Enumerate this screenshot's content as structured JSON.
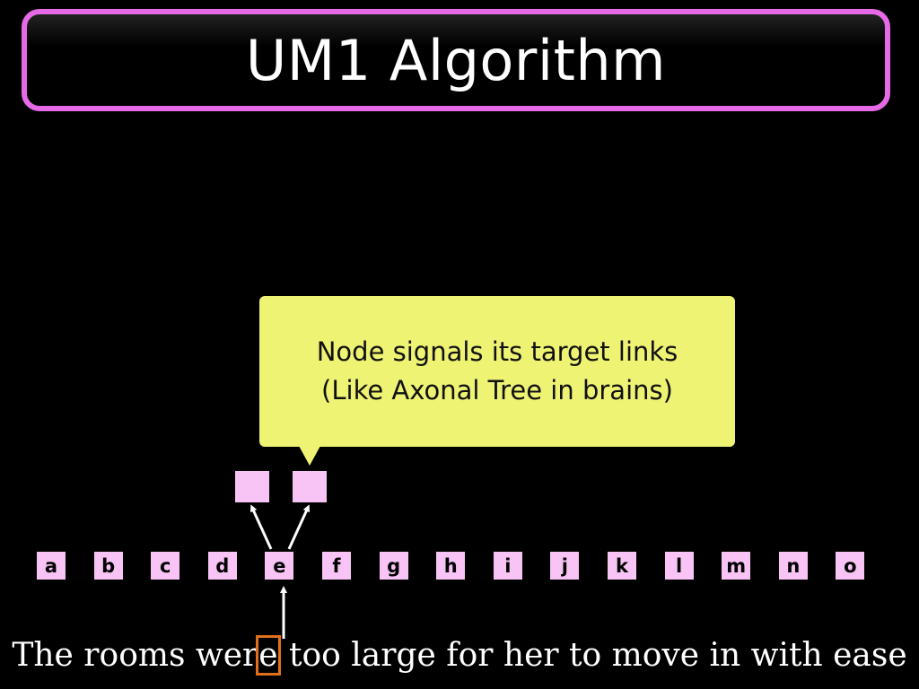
{
  "slide": {
    "title": "UM1 Algorithm",
    "accent_color": "#e66ae8",
    "callout": {
      "line1": "Node signals its target links",
      "line2": "(Like Axonal Tree in brains)",
      "background": "#eef373"
    },
    "nodes": [
      "a",
      "b",
      "c",
      "d",
      "e",
      "f",
      "g",
      "h",
      "i",
      "j",
      "k",
      "l",
      "m",
      "n",
      "o"
    ],
    "active_node": "e",
    "node_color": "#f8c4f5",
    "sentence": {
      "before": "The rooms wer",
      "highlight": "e",
      "after": " too large for her to move in with ease",
      "highlight_color": "#e0701b"
    }
  }
}
